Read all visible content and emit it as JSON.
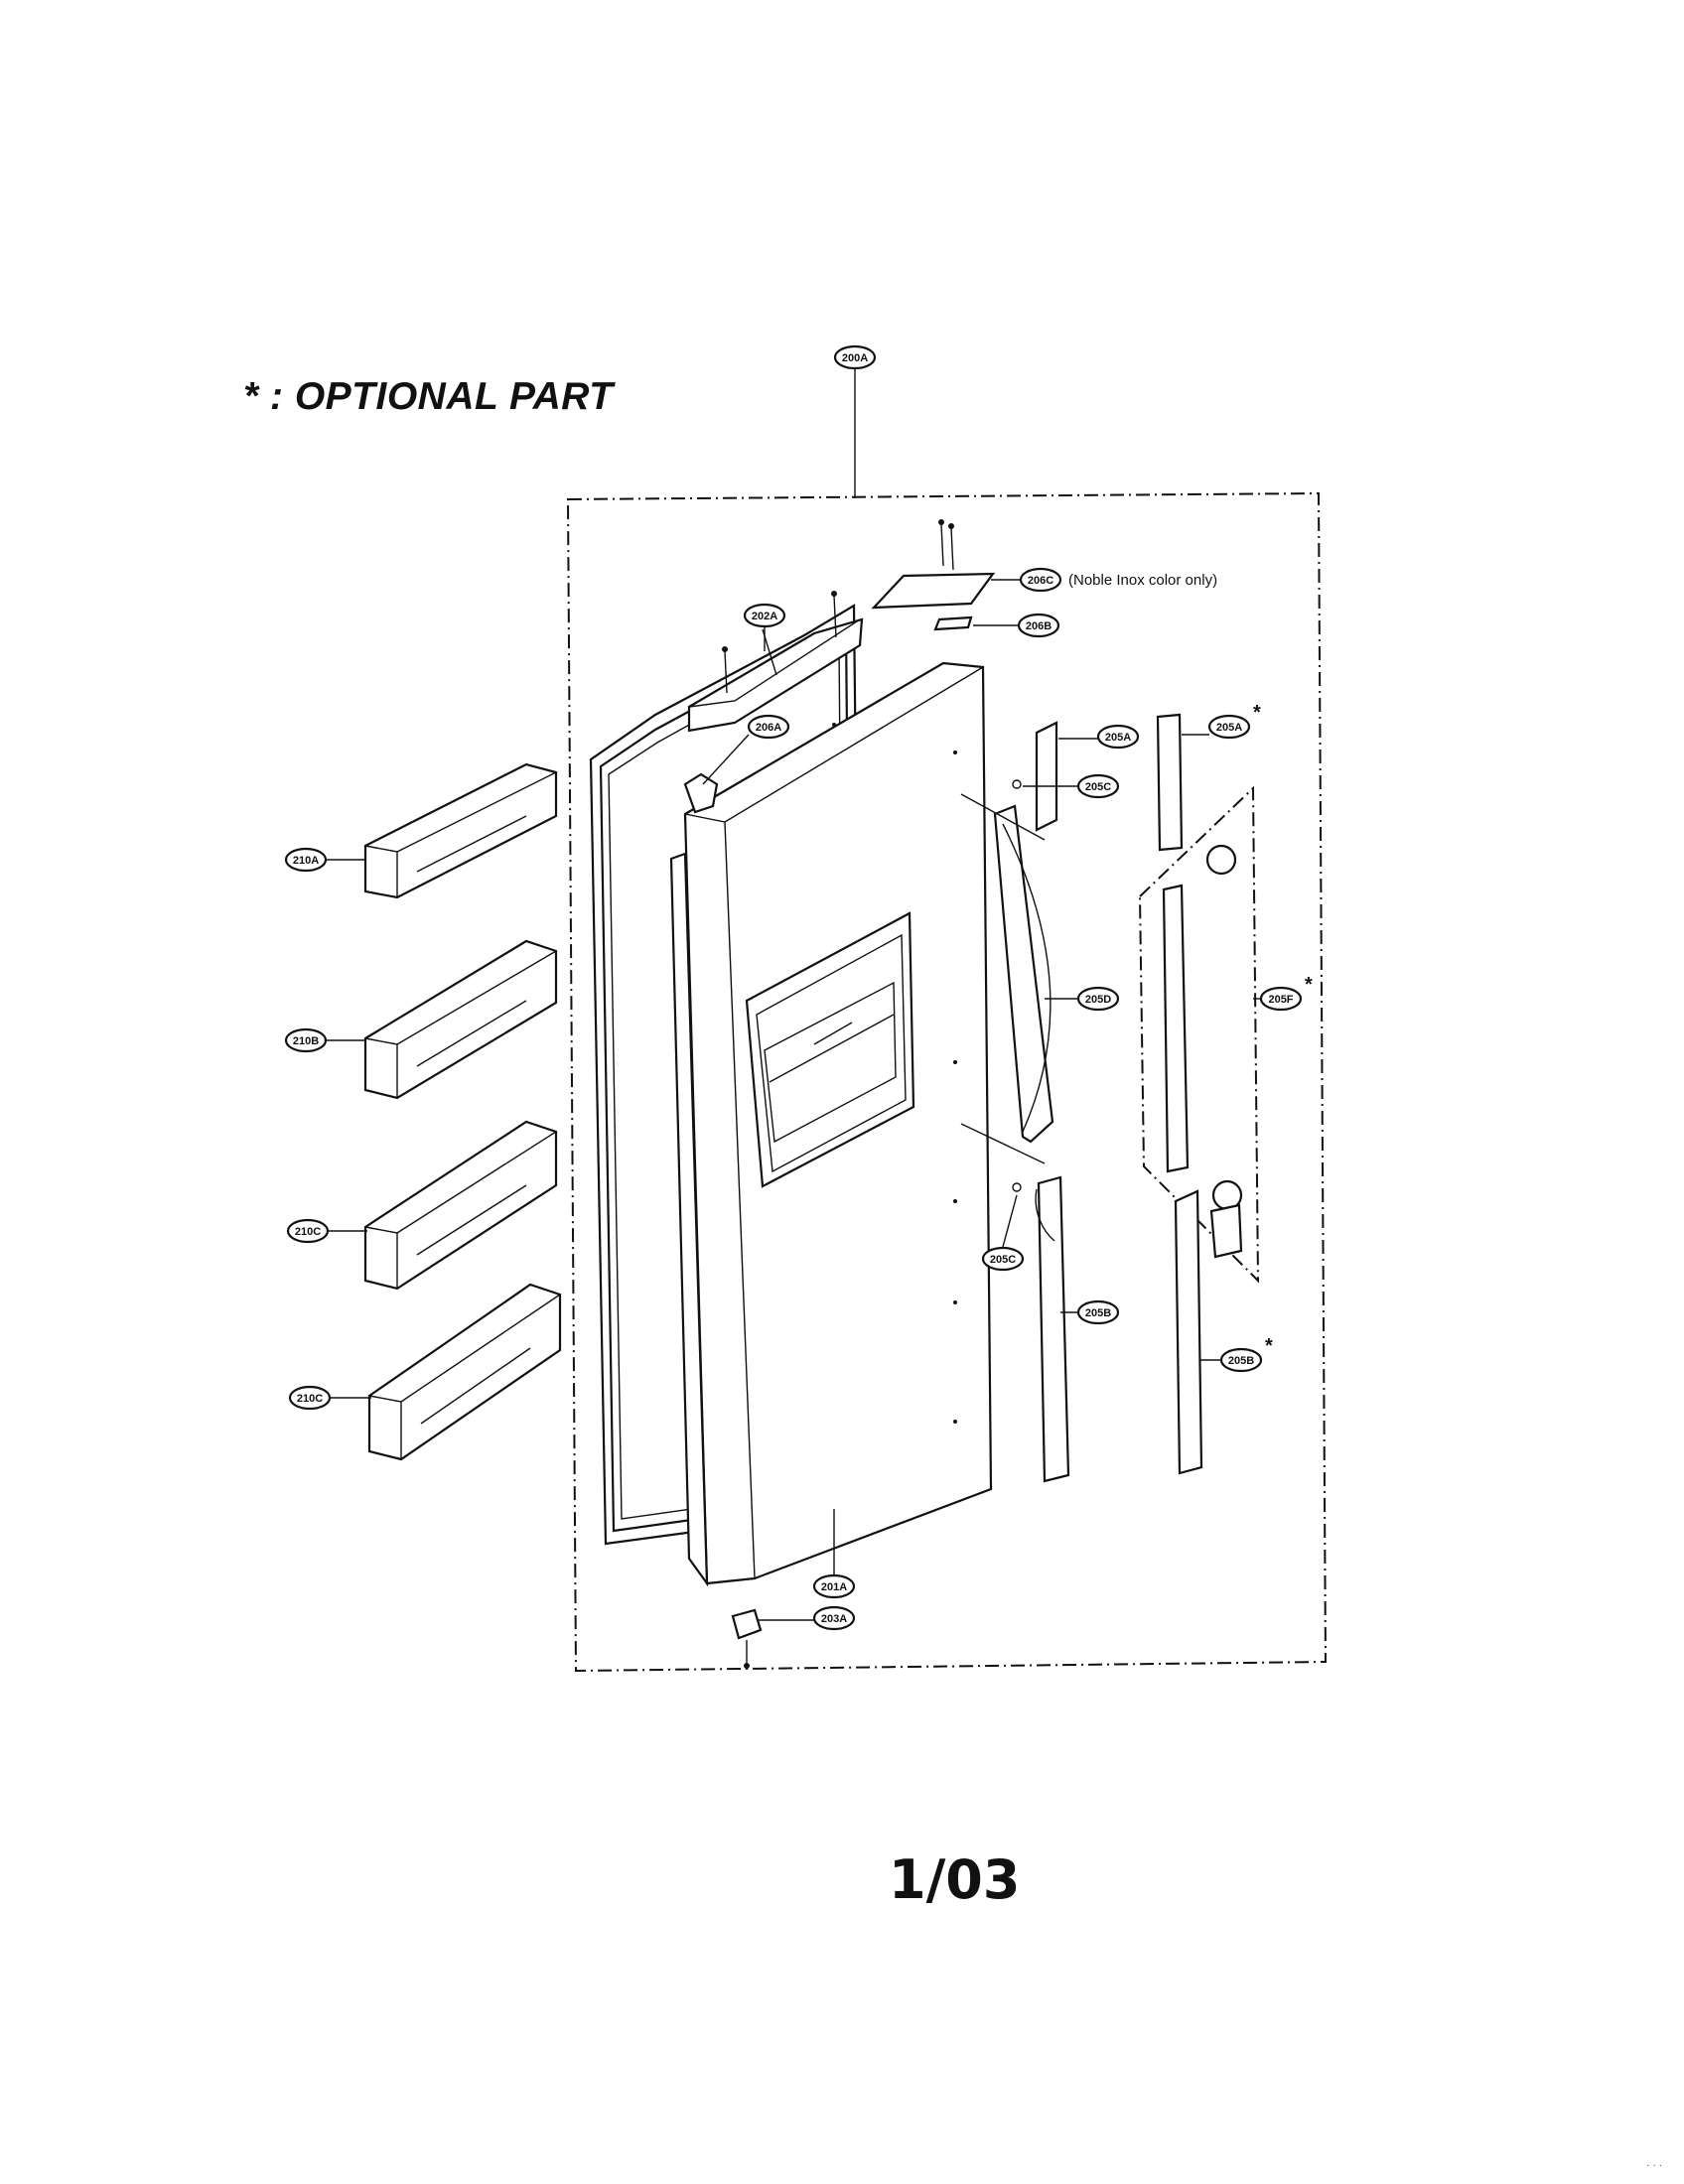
{
  "header": {
    "optional_note": "* : OPTIONAL PART"
  },
  "footer": {
    "page_label": "1/03",
    "corner_mark": "· · ·"
  },
  "callouts": {
    "c200A": "200A",
    "c206C": "206C",
    "c206C_note": "(Noble Inox color only)",
    "c206B": "206B",
    "c202A": "202A",
    "c206A": "206A",
    "c205A_1": "205A",
    "c205A_2": "205A",
    "c205C_1": "205C",
    "c205C_2": "205C",
    "c205D": "205D",
    "c205F": "205F",
    "c205B_1": "205B",
    "c205B_2": "205B",
    "c201A": "201A",
    "c203A": "203A",
    "c210A": "210A",
    "c210B": "210B",
    "c210C_1": "210C",
    "c210C_2": "210C"
  },
  "optional_marker": "*"
}
